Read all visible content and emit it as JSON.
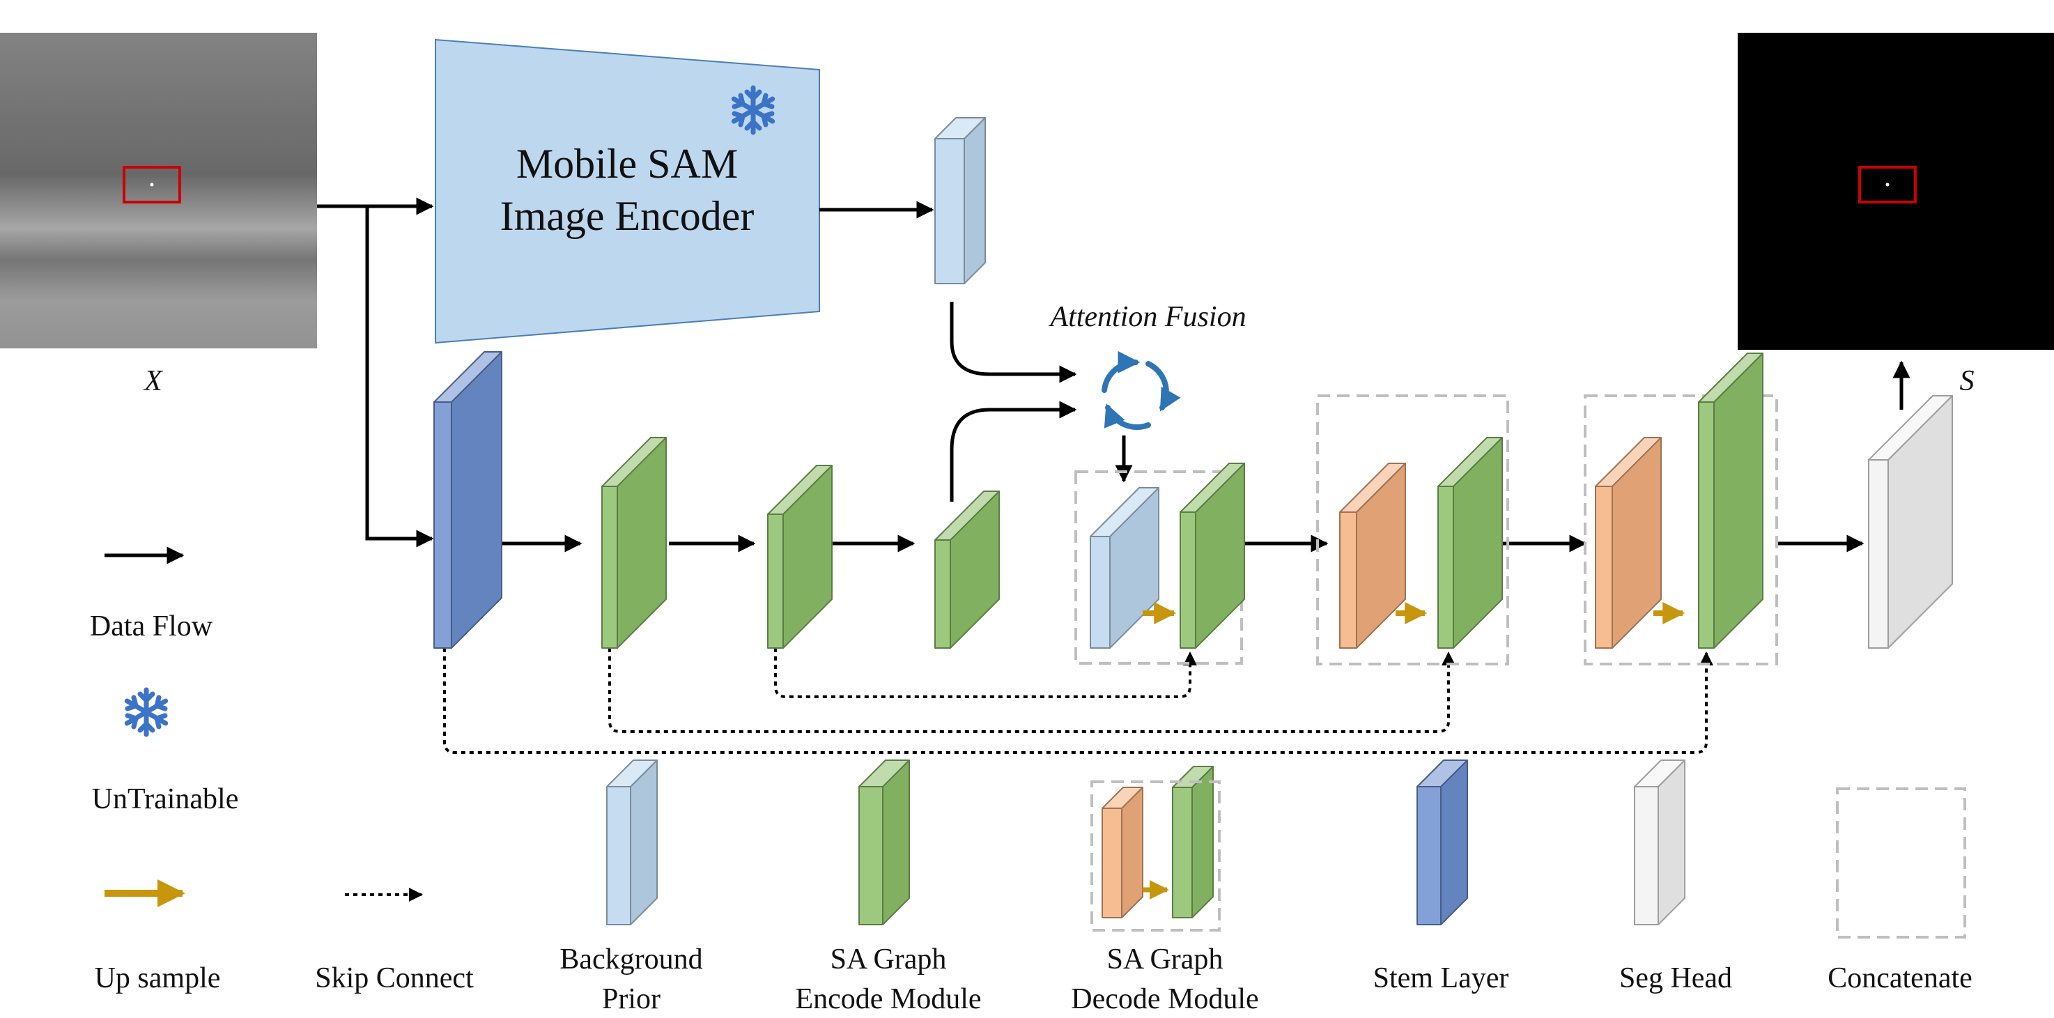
{
  "input": {
    "symbol": "X"
  },
  "output": {
    "symbol": "S"
  },
  "encoder": {
    "line1": "Mobile SAM",
    "line2": "Image Encoder"
  },
  "fusion": {
    "label": "Attention Fusion"
  },
  "colors": {
    "background_prior": "#bcd7ef",
    "encode_module": "#a8d48c",
    "encode_module_dark": "#8cc068",
    "stem": "#6d8fd0",
    "upsample_block": "#f4b07f",
    "seg_head": "#f2f2f2",
    "upsample_arrow": "#c8960c",
    "fusion_icon": "#2e75b6",
    "snowflake": "#3b73c7",
    "highlight_box": "#cc0000",
    "dashed_box": "#bfbfbf"
  },
  "legend": {
    "data_flow": "Data Flow",
    "untrainable": "UnTrainable",
    "up_sample": "Up sample",
    "skip_connect": "Skip Connect",
    "background_prior": [
      "Background",
      "Prior"
    ],
    "sa_graph_encode": [
      "SA Graph",
      "Encode Module"
    ],
    "sa_graph_decode": [
      "SA Graph",
      "Decode Module"
    ],
    "stem_layer": "Stem Layer",
    "seg_head": "Seg Head",
    "concatenate": "Concatenate"
  }
}
